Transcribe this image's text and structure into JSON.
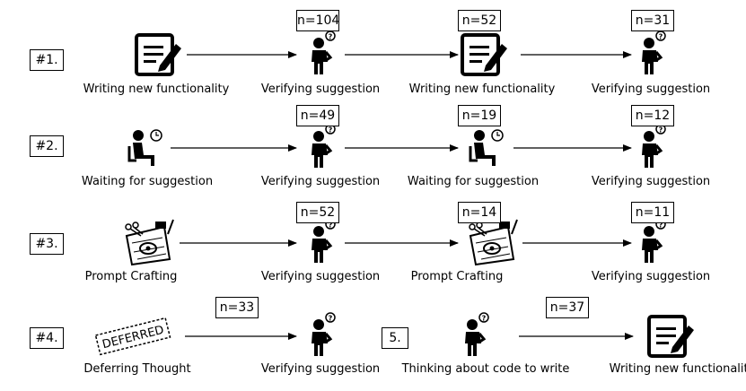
{
  "rows": [
    {
      "label": "#1.",
      "nodes": [
        {
          "type": "writing",
          "label": "Writing new functionality"
        },
        {
          "type": "verifying",
          "label": "Verifying suggestion"
        },
        {
          "type": "writing",
          "label": "Writing new functionality"
        },
        {
          "type": "verifying",
          "label": "Verifying suggestion"
        }
      ],
      "counts": [
        "n=104",
        "n=52",
        "n=31"
      ]
    },
    {
      "label": "#2.",
      "nodes": [
        {
          "type": "waiting",
          "label": "Waiting for suggestion"
        },
        {
          "type": "verifying",
          "label": "Verifying suggestion"
        },
        {
          "type": "waiting",
          "label": "Waiting for suggestion"
        },
        {
          "type": "verifying",
          "label": "Verifying suggestion"
        }
      ],
      "counts": [
        "n=49",
        "n=19",
        "n=12"
      ]
    },
    {
      "label": "#3.",
      "nodes": [
        {
          "type": "crafting",
          "label": "Prompt Crafting"
        },
        {
          "type": "verifying",
          "label": "Verifying suggestion"
        },
        {
          "type": "crafting",
          "label": "Prompt Crafting"
        },
        {
          "type": "verifying",
          "label": "Verifying suggestion"
        }
      ],
      "counts": [
        "n=52",
        "n=14",
        "n=11"
      ]
    },
    {
      "label": "#4.",
      "nodes": [
        {
          "type": "deferred",
          "label": "Deferring Thought",
          "stamp": "DEFERRED"
        },
        {
          "type": "verifying",
          "label": "Verifying suggestion"
        }
      ],
      "counts": [
        "n=33"
      ]
    },
    {
      "label": "5.",
      "nodes": [
        {
          "type": "thinking",
          "label": "Thinking about code to write"
        },
        {
          "type": "writing",
          "label": "Writing new functionality"
        }
      ],
      "counts": [
        "n=37"
      ]
    }
  ],
  "icon_names": {
    "writing": "document-pencil-icon",
    "verifying": "person-question-icon",
    "waiting": "person-sitting-clock-icon",
    "crafting": "scissors-paper-collage-icon",
    "deferred": "deferred-stamp-icon",
    "thinking": "person-question-icon"
  },
  "colors": {
    "ink": "#000000",
    "background": "#ffffff"
  }
}
